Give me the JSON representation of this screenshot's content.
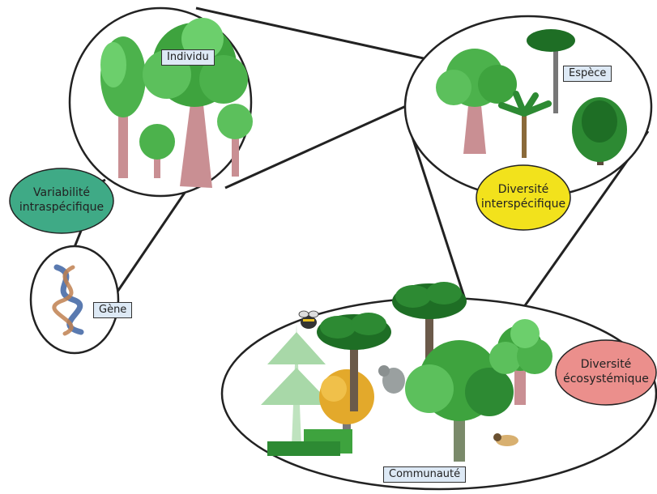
{
  "labels": {
    "individu": "Individu",
    "espece": "Espèce",
    "gene": "Gène",
    "communaute": "Communauté"
  },
  "bubbles": {
    "intraspecific_line1": "Variabilité",
    "intraspecific_line2": "intraspécifique",
    "interspecific_line1": "Diversité",
    "interspecific_line2": "interspécifique",
    "ecosystem_line1": "Diversité",
    "ecosystem_line2": "écosystémique"
  },
  "colors": {
    "intraspecific_fill": "#3faa86",
    "interspecific_fill": "#f2e21c",
    "ecosystem_fill": "#eb8f8c",
    "label_fill": "#dde9f5",
    "leaf_light": "#5cc05c",
    "leaf_dark": "#1e7a2a",
    "trunk": "#c98f93",
    "autumn": "#e3a92b"
  },
  "icons": [
    "tree-icon",
    "dna-helix-icon",
    "bee-icon",
    "pigeon-icon",
    "bird-icon",
    "palm-icon"
  ]
}
